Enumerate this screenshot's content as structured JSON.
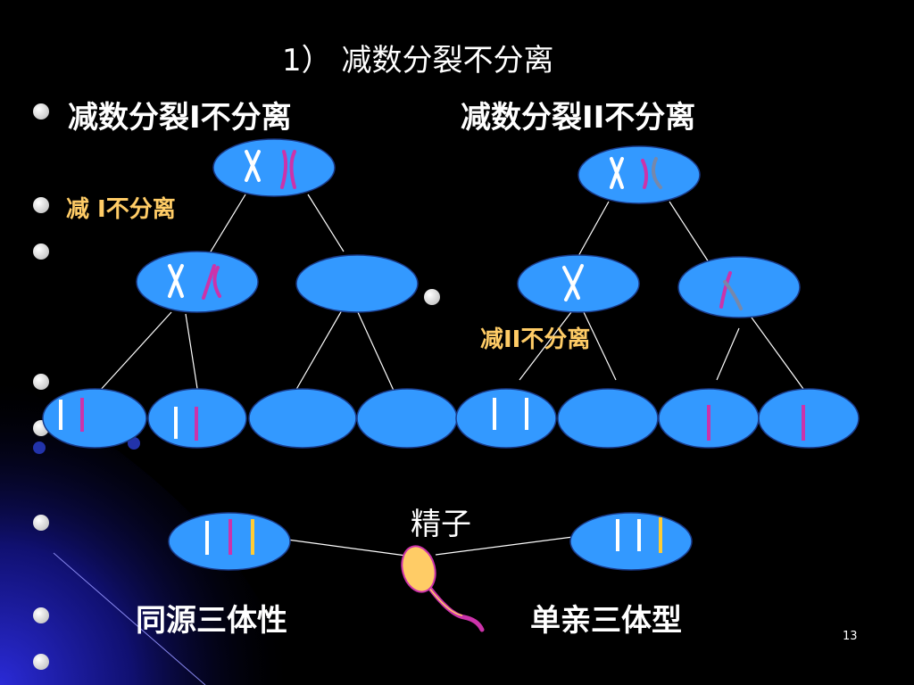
{
  "title": "1） 减数分裂不分离",
  "heading_left": "减数分裂I不分离",
  "heading_right": "减数分裂II不分离",
  "label_meiosis1": "减 I不分离",
  "label_meiosis2": "减II不分离",
  "label_sperm": "精子",
  "label_homologous": "同源三体性",
  "label_uniparental": "单亲三体型",
  "page_number": "13",
  "colors": {
    "background": "#000000",
    "cell_fill": "#3399ff",
    "chromosome_white": "#ffffff",
    "chromosome_magenta": "#cc33aa",
    "chromosome_grey": "#7788aa",
    "chromosome_gold": "#ffcc33",
    "sperm_head": "#ffcc66",
    "label_orange": "#ffcc66",
    "bullet_white": "#ffffff",
    "corner_gradient": "#2222cc"
  }
}
